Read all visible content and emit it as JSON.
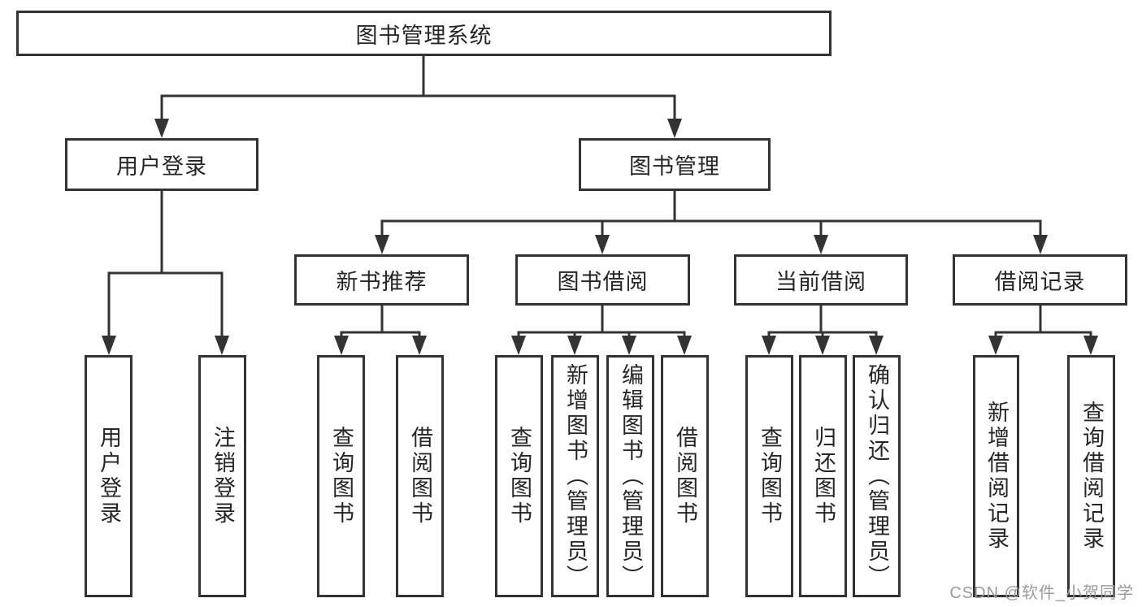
{
  "watermark": {
    "text": "CSDN @软件_小贺同学"
  },
  "colors": {
    "line": "#333333",
    "text": "#262626",
    "box_background": "#ffffff",
    "watermark": "#9b9b9b"
  },
  "tree": {
    "label": "图书管理系统",
    "children": [
      {
        "label": "用户登录",
        "children": [
          {
            "label": "用户登录"
          },
          {
            "label": "注销登录"
          }
        ]
      },
      {
        "label": "图书管理",
        "children": [
          {
            "label": "新书推荐",
            "children": [
              {
                "label": "查询图书"
              },
              {
                "label": "借阅图书"
              }
            ]
          },
          {
            "label": "图书借阅",
            "children": [
              {
                "label": "查询图书"
              },
              {
                "label": "新增图书（管理员）"
              },
              {
                "label": "编辑图书（管理员）"
              },
              {
                "label": "借阅图书"
              }
            ]
          },
          {
            "label": "当前借阅",
            "children": [
              {
                "label": "查询图书"
              },
              {
                "label": "归还图书"
              },
              {
                "label": "确认归还（管理员）"
              }
            ]
          },
          {
            "label": "借阅记录",
            "children": [
              {
                "label": "新增借阅记录"
              },
              {
                "label": "查询借阅记录"
              }
            ]
          }
        ]
      }
    ]
  }
}
